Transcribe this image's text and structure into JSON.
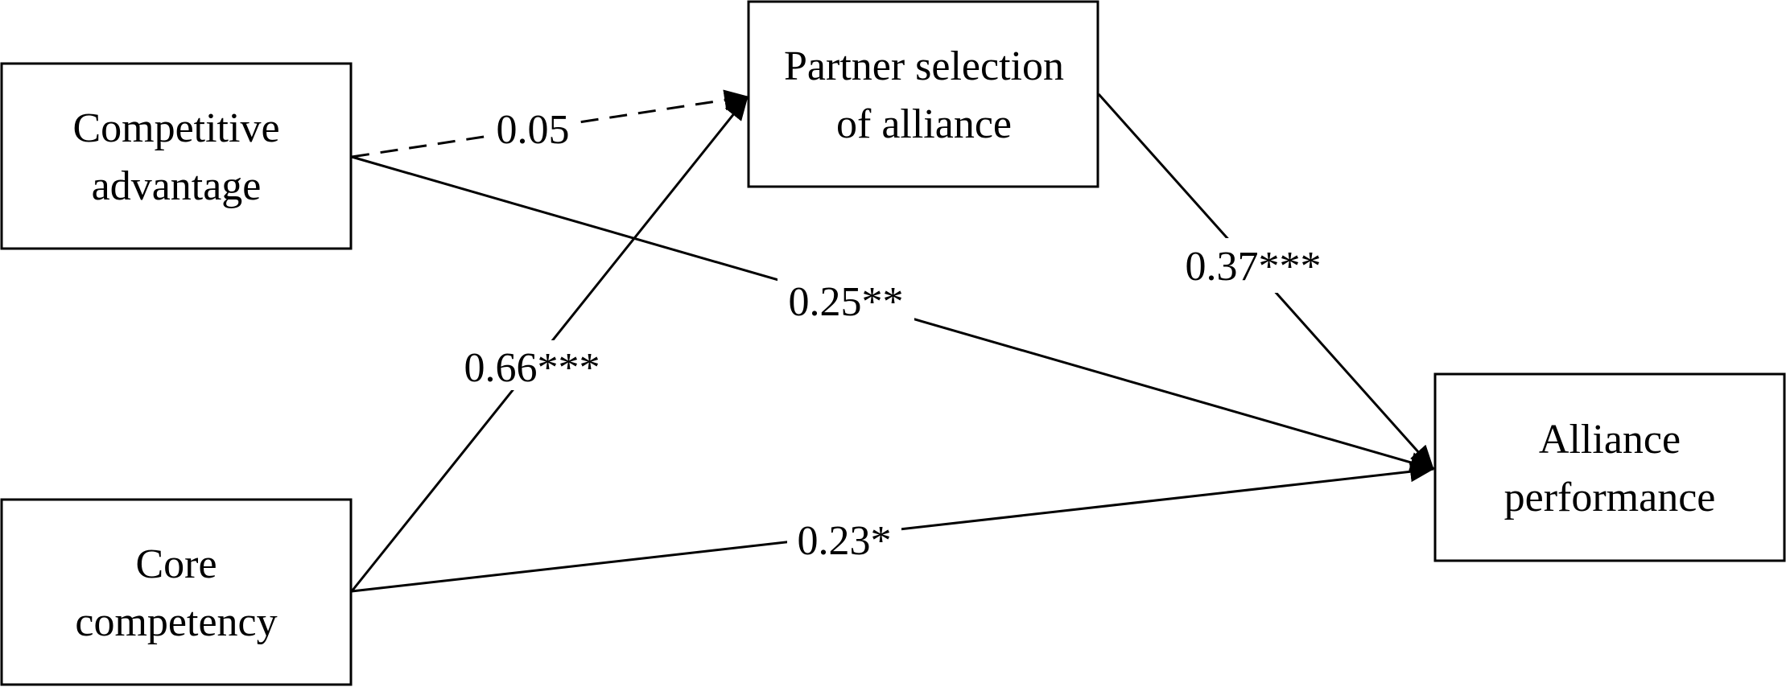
{
  "nodes": {
    "competitive_advantage": {
      "lines": [
        "Competitive",
        "advantage"
      ]
    },
    "partner_selection": {
      "lines": [
        "Partner selection",
        "of alliance"
      ]
    },
    "core_competency": {
      "lines": [
        "Core",
        "competency"
      ]
    },
    "alliance_performance": {
      "lines": [
        "Alliance",
        "performance"
      ]
    }
  },
  "edges": {
    "ca_to_ps": {
      "label": "0.05",
      "style": "dashed"
    },
    "ca_to_ap": {
      "label": "0.25**",
      "style": "solid"
    },
    "cc_to_ps": {
      "label": "0.66***",
      "style": "solid"
    },
    "cc_to_ap": {
      "label": "0.23*",
      "style": "solid"
    },
    "ps_to_ap": {
      "label": "0.37***",
      "style": "solid"
    }
  },
  "colors": {
    "stroke": "#000000",
    "background": "#ffffff"
  }
}
